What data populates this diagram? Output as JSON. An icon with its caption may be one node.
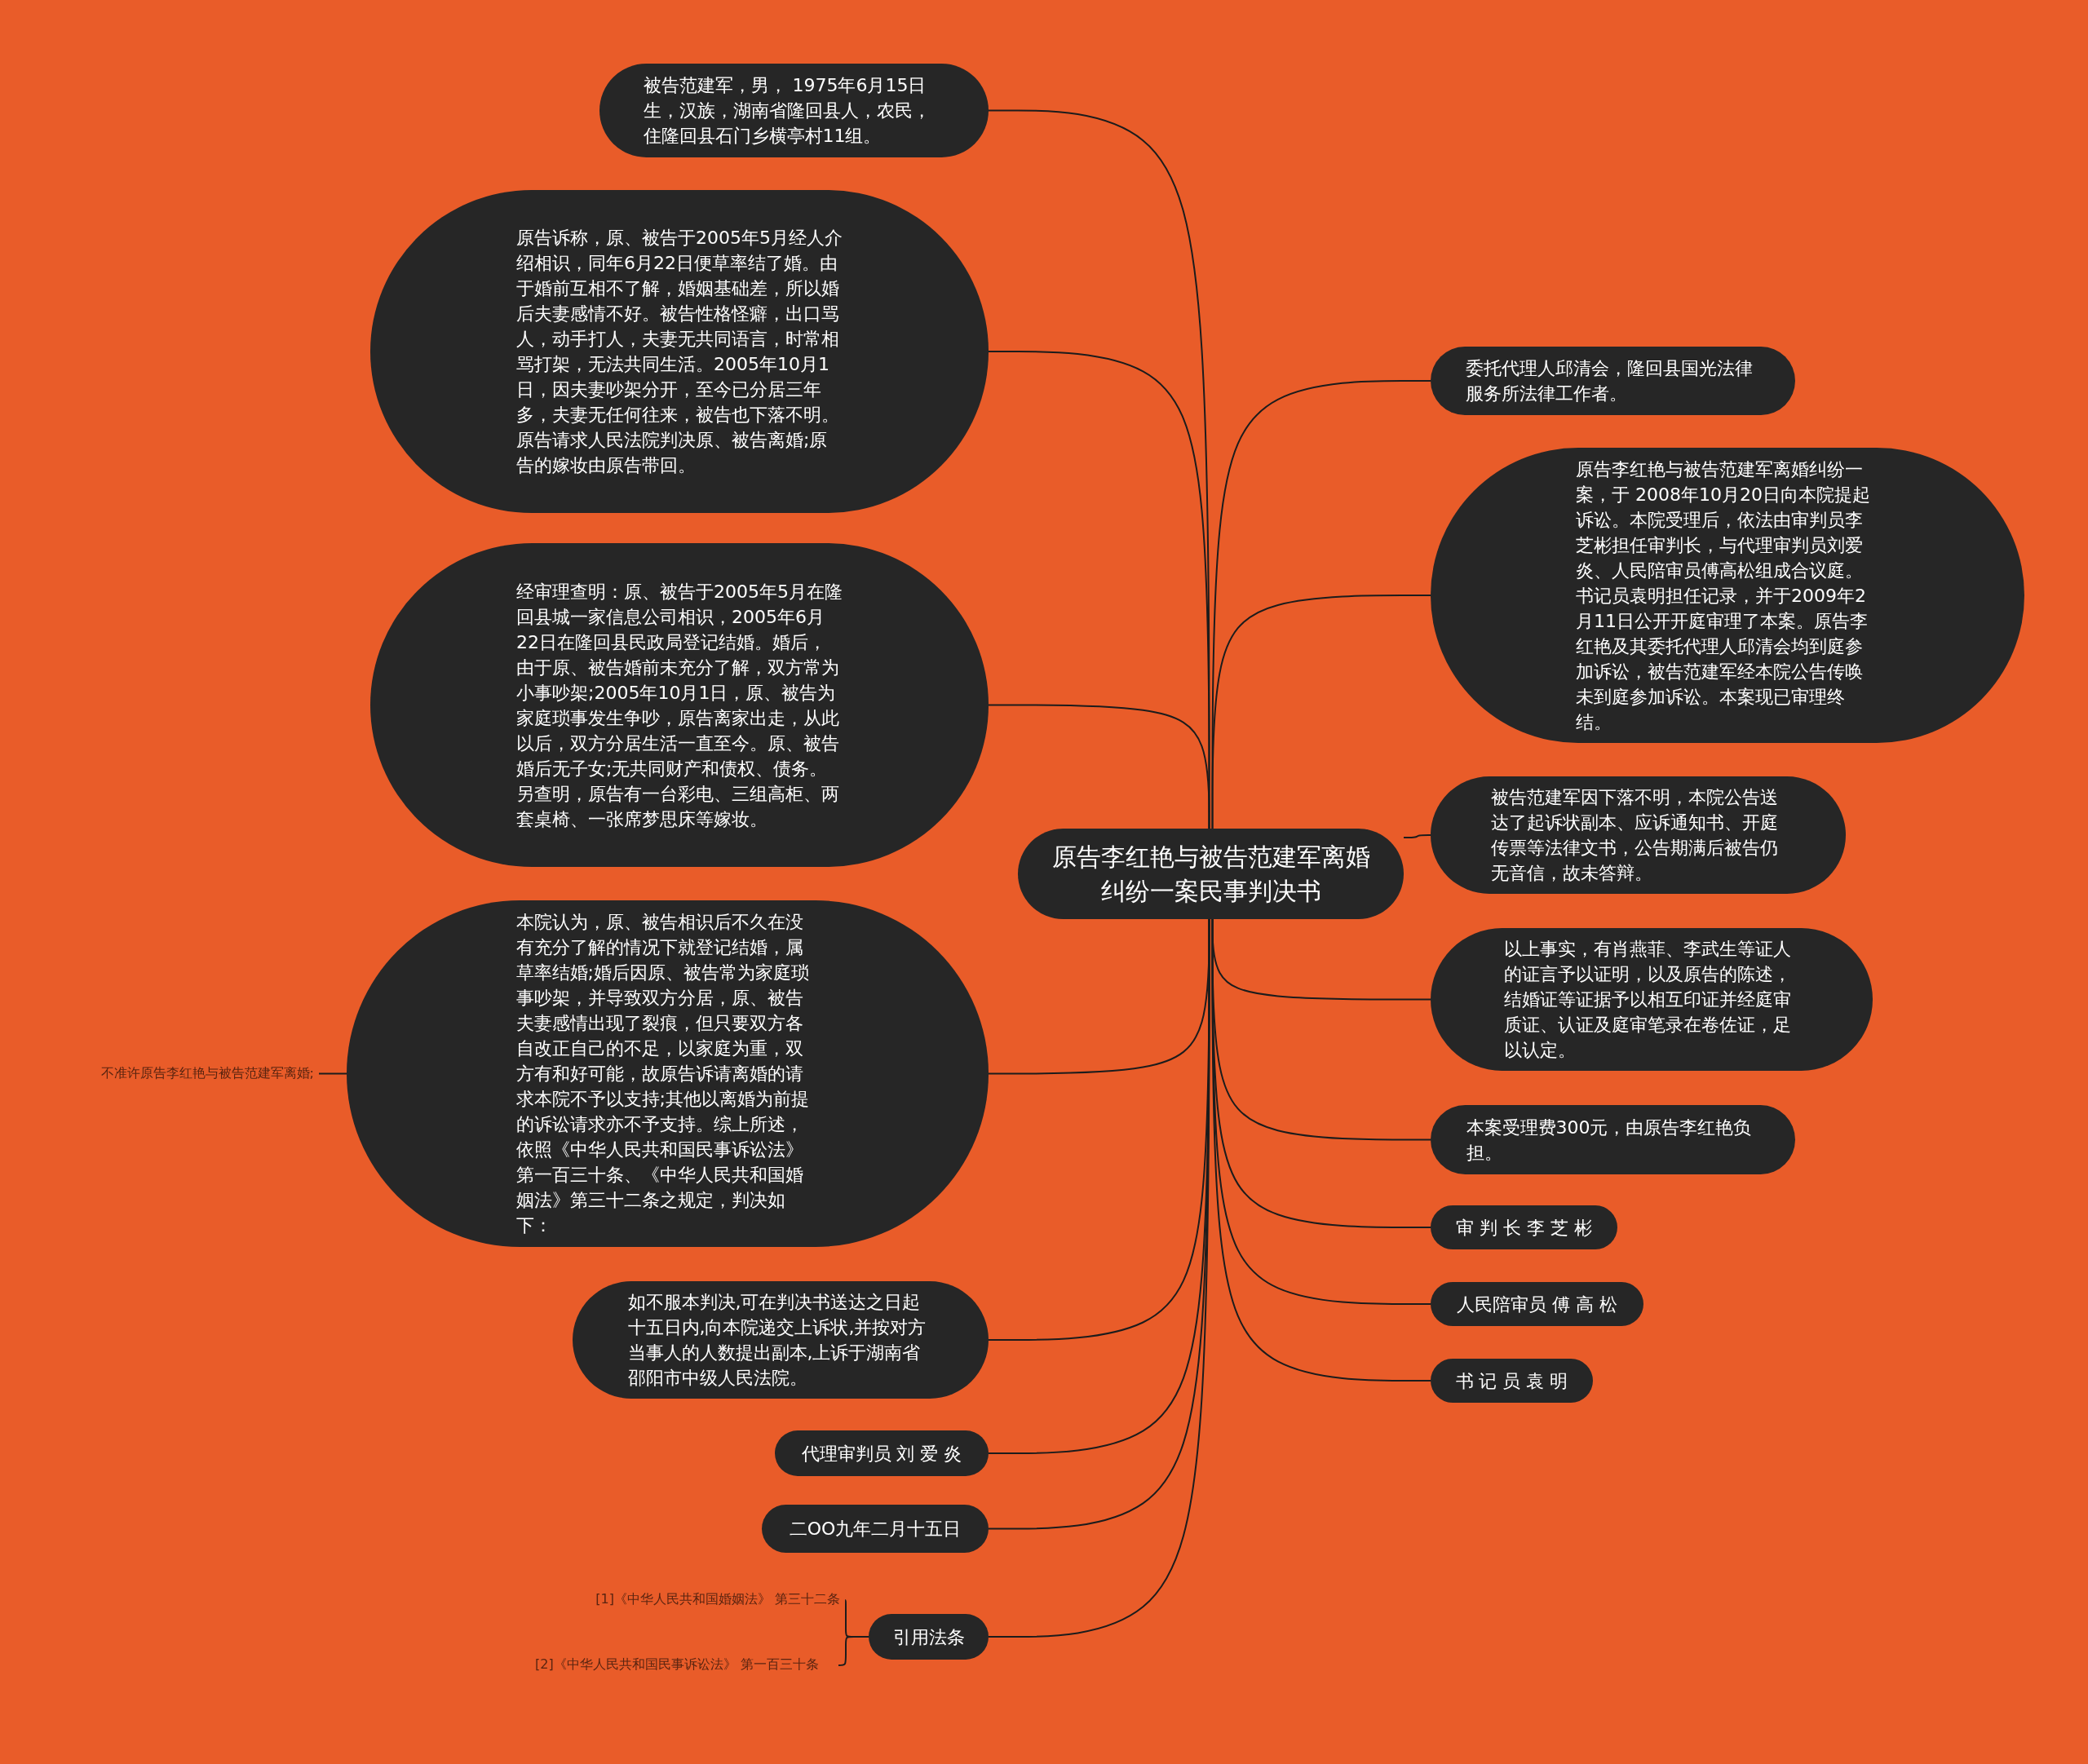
{
  "diagram": {
    "nodes": [
      {
        "text": [
          "原告李红艳与被告范建军离婚纠纷一案民事判决书"
        ]
      },
      {
        "text": [
          "被告范建军，男， 1975年6月15日生，汉族，湖南省隆回县人，农民，住隆回县石门乡横亭村11组。"
        ]
      },
      {
        "text": [
          "原告诉称，原、被告于2005年5月经人介绍相识，同年6月22日便草率结了婚。由于婚前互相不了解，婚姻基础差，所以婚后夫妻感情不好。被告性格怪癖，出口骂人，动手打人，夫妻无共同语言，时常相骂打架，无法共同生活。2005年10月1日，因夫妻吵架分开，至今已分居三年多，夫妻无任何往来，被告也下落不明。原告请求人民法院判决原、被告离婚;原告的嫁妆由原告带回。"
        ]
      },
      {
        "text": [
          "经审理查明：原、被告于2005年5月在隆回县城一家信息公司相识，2005年6月22日在隆回县民政局登记结婚。婚后，由于原、被告婚前未充分了解，双方常为小事吵架;2005年10月1日，原、被告为家庭琐事发生争吵，原告离家出走，从此以后，双方分居生活一直至今。原、被告婚后无子女;无共同财产和债权、债务。另查明，原告有一台彩电、三组高柜、两套桌椅、一张席梦思床等嫁妆。"
        ]
      },
      {
        "text": [
          "本院认为，原、被告相识后不久在没有充分了解的情况下就登记结婚，属草率结婚;婚后因原、被告常为家庭琐事吵架，并导致双方分居，原、被告夫妻感情出现了裂痕，但只要双方各自改正自己的不足，以家庭为重，双方有和好可能，故原告诉请离婚的请求本院不予以支持;其他以离婚为前提的诉讼请求亦不予支持。综上所述，依照《中华人民共和国民事诉讼法》第一百三十条、《中华人民共和国婚姻法》第三十二条之规定，判决如下："
        ]
      },
      {
        "text": [
          "不准许原告李红艳与被告范建军离婚;"
        ]
      },
      {
        "text": [
          "如不服本判决,可在判决书送达之日起十五日内,向本院递交上诉状,并按对方当事人的人数提出副本,上诉于湖南省邵阳市中级人民法院。"
        ]
      },
      {
        "text": [
          "代理审判员 刘 爱 炎"
        ]
      },
      {
        "text": [
          "二OO九年二月十五日"
        ]
      },
      {
        "text": [
          "引用法条"
        ]
      },
      {
        "text": [
          "[1]《中华人民共和国婚姻法》 第三十二条"
        ]
      },
      {
        "text": [
          "[2]《中华人民共和国民事诉讼法》 第一百三十条"
        ]
      },
      {
        "text": [
          "委托代理人邱清会，隆回县国光法律服务所法律工作者。"
        ]
      },
      {
        "text": [
          "原告李红艳与被告范建军离婚纠纷一案，于 2008年10月20日向本院提起诉讼。本院受理后，依法由审判员李芝彬担任审判长，与代理审判员刘爱炎、人民陪审员傅高松组成合议庭。书记员袁明担任记录，并于2009年2月11日公开开庭审理了本案。原告李红艳及其委托代理人邱清会均到庭参加诉讼，被告范建军经本院公告传唤未到庭参加诉讼。本案现已审理终结。"
        ]
      },
      {
        "text": [
          "被告范建军因下落不明，本院公告送达了起诉状副本、应诉通知书、开庭传票等法律文书，公告期满后被告仍无音信，故未答辩。"
        ]
      },
      {
        "text": [
          "以上事实，有肖燕菲、李武生等证人的证言予以证明，以及原告的陈述，结婚证等证据予以相互印证并经庭审质证、认证及庭审笔录在卷佐证，足以认定。"
        ]
      },
      {
        "text": [
          "本案受理费300元，由原告李红艳负担。"
        ]
      },
      {
        "text": [
          "审 判 长 李 芝 彬"
        ]
      },
      {
        "text": [
          "人民陪审员 傅 高 松"
        ]
      },
      {
        "text": [
          "书 记 员 袁 明"
        ]
      }
    ],
    "edges": [
      {
        "from": 0,
        "to": 1,
        "arrow": "none"
      },
      {
        "from": 0,
        "to": 2,
        "arrow": "none"
      },
      {
        "from": 0,
        "to": 3,
        "arrow": "none"
      },
      {
        "from": 0,
        "to": 4,
        "arrow": "none"
      },
      {
        "from": 4,
        "to": 5,
        "arrow": "none"
      },
      {
        "from": 0,
        "to": 6,
        "arrow": "none"
      },
      {
        "from": 0,
        "to": 7,
        "arrow": "none"
      },
      {
        "from": 0,
        "to": 8,
        "arrow": "none"
      },
      {
        "from": 0,
        "to": 9,
        "arrow": "none"
      },
      {
        "from": 9,
        "to": 10,
        "arrow": "none"
      },
      {
        "from": 9,
        "to": 11,
        "arrow": "none"
      },
      {
        "from": 0,
        "to": 12,
        "arrow": "none"
      },
      {
        "from": 0,
        "to": 13,
        "arrow": "none"
      },
      {
        "from": 0,
        "to": 14,
        "arrow": "none"
      },
      {
        "from": 0,
        "to": 15,
        "arrow": "none"
      },
      {
        "from": 0,
        "to": 16,
        "arrow": "none"
      },
      {
        "from": 0,
        "to": 17,
        "arrow": "none"
      },
      {
        "from": 0,
        "to": 18,
        "arrow": "none"
      },
      {
        "from": 0,
        "to": 19,
        "arrow": "none"
      }
    ]
  }
}
